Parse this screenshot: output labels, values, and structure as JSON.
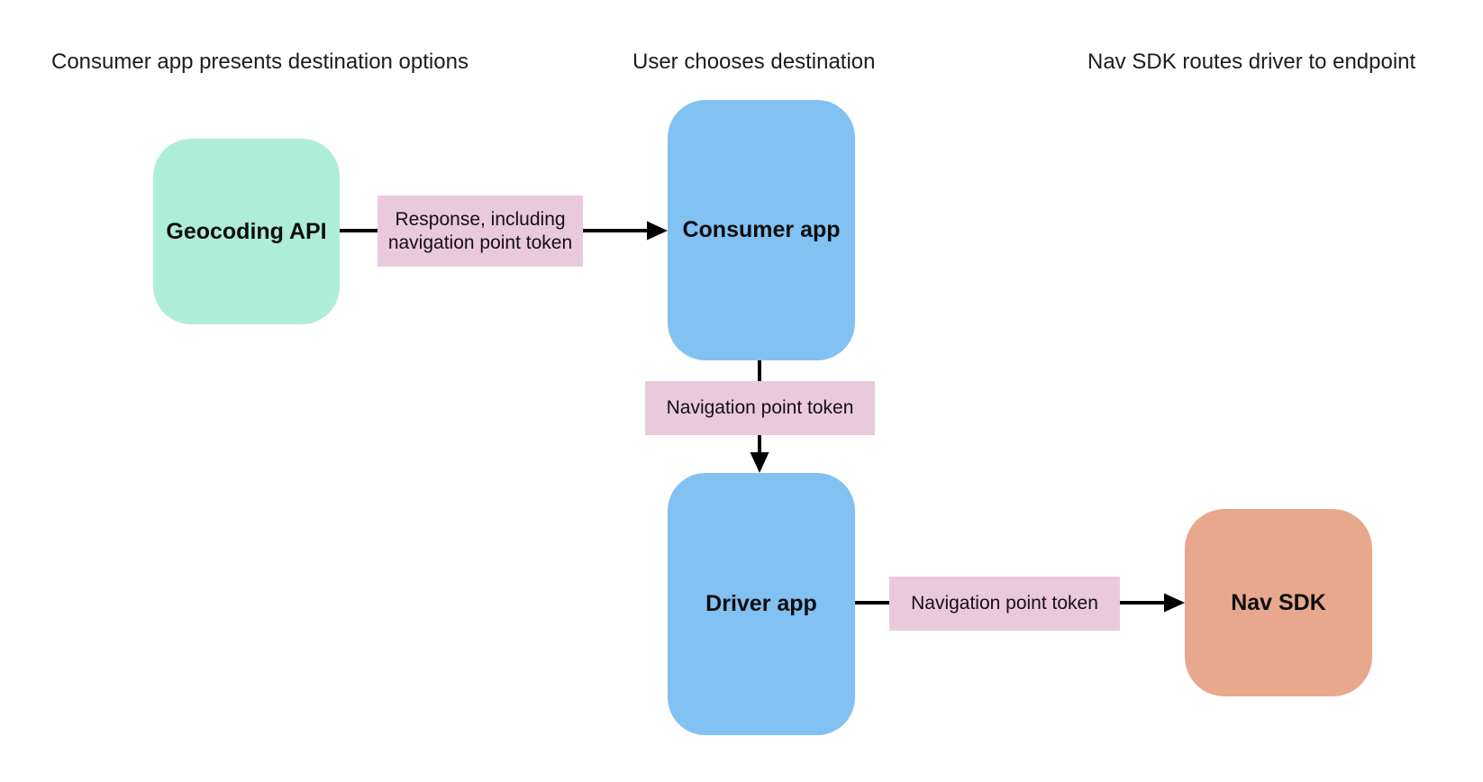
{
  "diagram": {
    "headers": [
      {
        "id": "step-1",
        "label": "Consumer app presents destination options"
      },
      {
        "id": "step-2",
        "label": "User chooses destination"
      },
      {
        "id": "step-3",
        "label": "Nav SDK routes driver to endpoint"
      }
    ],
    "nodes": [
      {
        "id": "geocoding-api",
        "label": "Geocoding API",
        "fill": "#aeeed8"
      },
      {
        "id": "consumer-app",
        "label": "Consumer app",
        "fill": "#82c2f2"
      },
      {
        "id": "driver-app",
        "label": "Driver app",
        "fill": "#82c2f2"
      },
      {
        "id": "nav-sdk",
        "label": "Nav SDK",
        "fill": "#e7a88e"
      }
    ],
    "edge_labels": [
      {
        "id": "response-including-token",
        "label": "Response, including navigation point token",
        "fill": "#ebc9dd"
      },
      {
        "id": "navigation-point-token-1",
        "label": "Navigation point token",
        "fill": "#ebc9dd"
      },
      {
        "id": "navigation-point-token-2",
        "label": "Navigation point token",
        "fill": "#ebc9dd"
      }
    ],
    "edges": [
      {
        "from": "geocoding-api",
        "to": "consumer-app",
        "label": "Response, including navigation point token"
      },
      {
        "from": "consumer-app",
        "to": "driver-app",
        "label": "Navigation point token"
      },
      {
        "from": "driver-app",
        "to": "nav-sdk",
        "label": "Navigation point token"
      }
    ],
    "arrow_color": "#000000",
    "background_color": "#ffffff",
    "text_color": "#1c1c1e"
  }
}
